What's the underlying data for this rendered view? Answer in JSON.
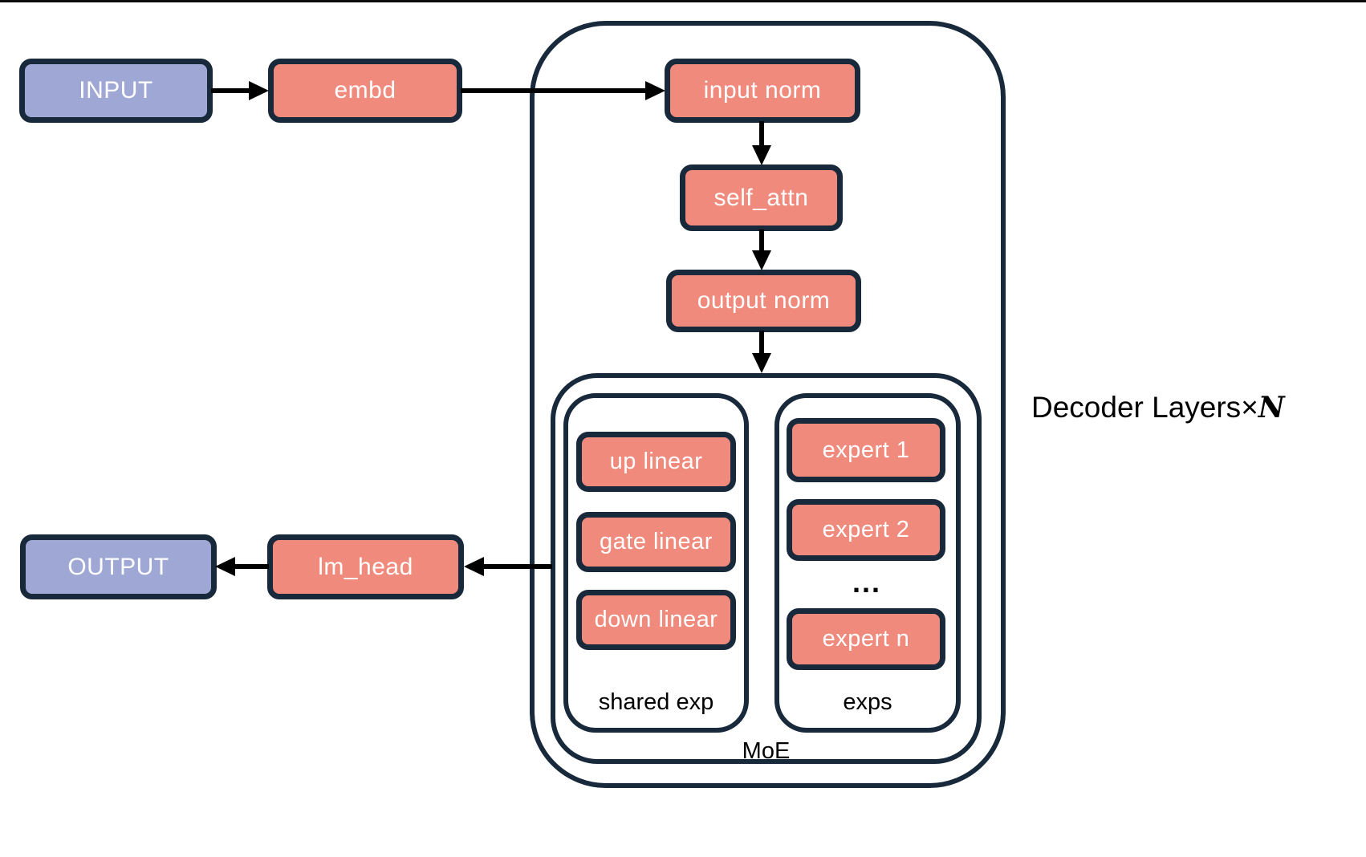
{
  "colors": {
    "background": "#FFFFFF",
    "border_navy": "#17293A",
    "salmon_fill": "#EF8A7C",
    "purple_fill": "#9FA8D5",
    "text_on_box": "#FFFFFF",
    "label_text": "#000000",
    "arrow": "#000000"
  },
  "nodes": {
    "input": {
      "label": "INPUT"
    },
    "embd": {
      "label": "embd"
    },
    "input_norm": {
      "label": "input norm"
    },
    "self_attn": {
      "label": "self_attn"
    },
    "output_norm": {
      "label": "output norm"
    },
    "up_linear": {
      "label": "up linear"
    },
    "gate_linear": {
      "label": "gate linear"
    },
    "down_linear": {
      "label": "down linear"
    },
    "expert_1": {
      "label": "expert 1"
    },
    "expert_2": {
      "label": "expert 2"
    },
    "expert_ellipsis": {
      "label": "..."
    },
    "expert_n": {
      "label": "expert n"
    },
    "lm_head": {
      "label": "lm_head"
    },
    "output": {
      "label": "OUTPUT"
    }
  },
  "groups": {
    "shared_exp": {
      "label": "shared exp"
    },
    "exps": {
      "label": "exps"
    },
    "moe": {
      "label": "MoE"
    },
    "decoder": {
      "label_prefix": "Decoder Layers",
      "times": "×",
      "n": "N"
    }
  }
}
